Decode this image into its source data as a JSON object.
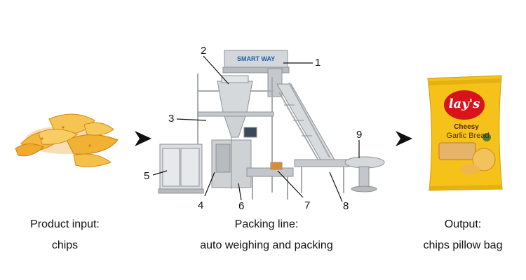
{
  "input": {
    "caption_line1": "Product input:",
    "caption_line2": "chips"
  },
  "line": {
    "caption_line1": "Packing line:",
    "caption_line2": "auto weighing and packing",
    "brand_on_machine": "SMART WAY"
  },
  "output": {
    "caption_line1": "Output:",
    "caption_line2": "chips pillow bag",
    "bag_brand": "lay's",
    "bag_flavor_line1": "Cheesy",
    "bag_flavor_line2": "Garlic Bread"
  },
  "callouts": [
    "1",
    "2",
    "3",
    "4",
    "5",
    "6",
    "7",
    "8",
    "9"
  ],
  "colors": {
    "chip": "#f2b53a",
    "bag_yellow": "#f6c21a",
    "lays_red": "#d7141a",
    "steel": "#c9ccd0",
    "arrow": "#111111"
  },
  "icons": {
    "flow_arrow": "right-triangle-arrow"
  }
}
